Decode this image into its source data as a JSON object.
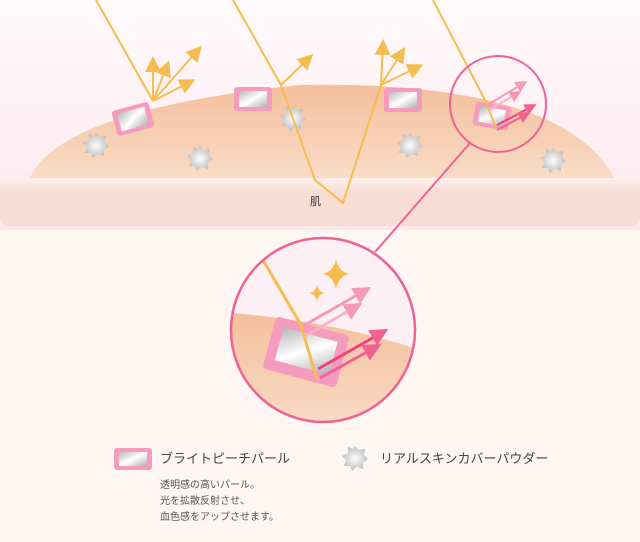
{
  "diagram": {
    "skin_label": "肌",
    "colors": {
      "light_ray": "#f5bd4f",
      "skin_layer": "#f6c9a6",
      "base_skin": "#f8ddd5",
      "background": "#fdf6f2",
      "zoom_circle": "#f06292",
      "arrow_dark": "#f0407e",
      "arrow_light": "#f599b8"
    }
  },
  "legend": {
    "pearl": {
      "label": "ブライトピーチパール",
      "description": [
        "透明感の高いパール。",
        "光を拡散反射させ、",
        "血色感をアップさせます。"
      ]
    },
    "powder": {
      "label": "リアルスキンカバーパウダー"
    }
  }
}
